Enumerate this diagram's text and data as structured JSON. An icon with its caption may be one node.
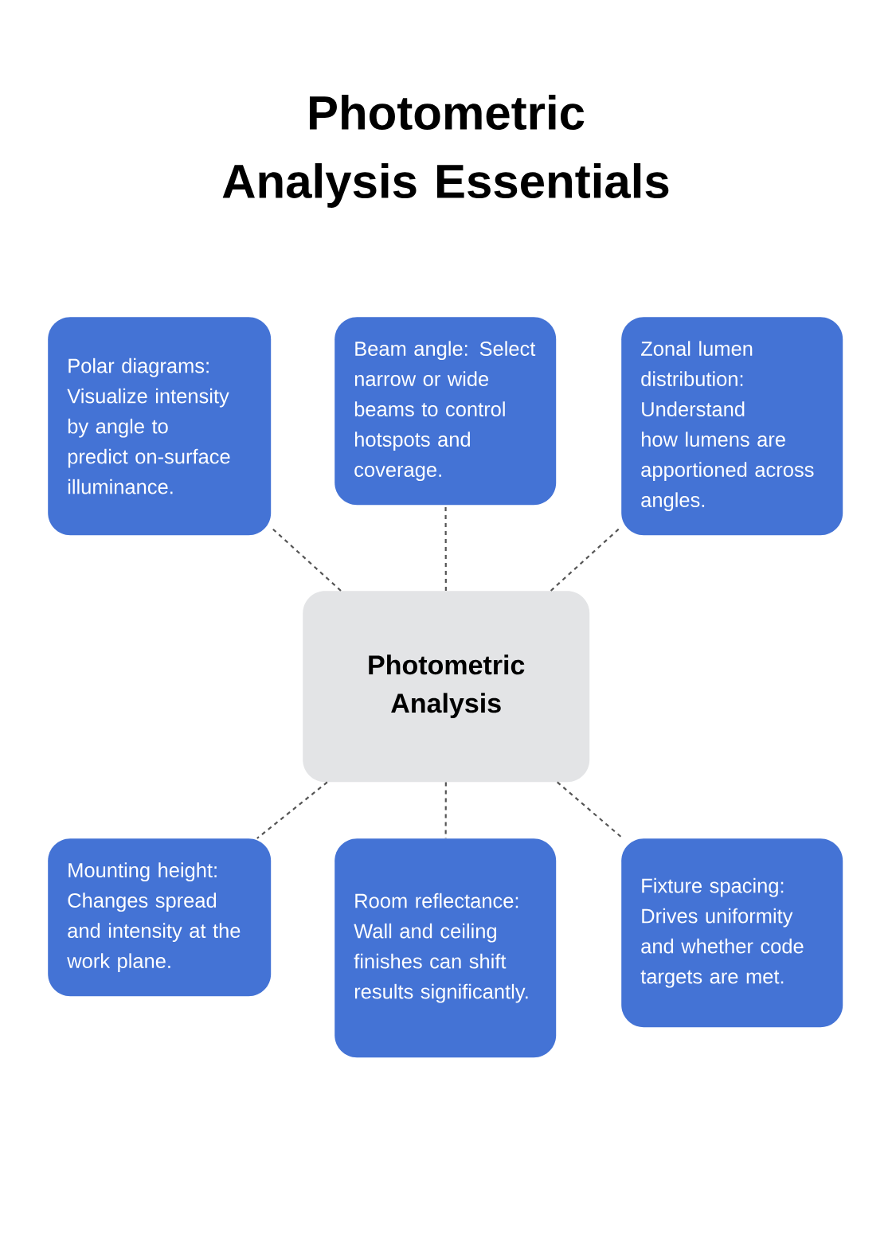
{
  "diagram": {
    "title": "Photometric Analysis Essentials",
    "nodes": [
      {
        "text": [
          "Polar diagrams: Visualize intensity by angle to predict on-surface illuminance."
        ]
      },
      {
        "text": [
          "Beam angle: Select narrow or wide beams to control hotspots and coverage."
        ]
      },
      {
        "text": [
          "Zonal lumen distribution: Understand how lumens are apportioned across angles."
        ]
      },
      {
        "text": [
          "Photometric Analysis"
        ]
      },
      {
        "text": [
          "Mounting height: Changes spread and intensity at the work plane."
        ]
      },
      {
        "text": [
          "Room reflectance: Wall and ceiling finishes can shift results significantly."
        ]
      },
      {
        "text": [
          "Fixture spacing: Drives uniformity and whether code targets are met."
        ]
      }
    ],
    "edges": [
      {
        "from": 3,
        "to": 0,
        "arrow": "none",
        "style": "dashed"
      },
      {
        "from": 3,
        "to": 1,
        "arrow": "none",
        "style": "dashed"
      },
      {
        "from": 3,
        "to": 2,
        "arrow": "none",
        "style": "dashed"
      },
      {
        "from": 3,
        "to": 4,
        "arrow": "none",
        "style": "dashed"
      },
      {
        "from": 3,
        "to": 5,
        "arrow": "none",
        "style": "dashed"
      },
      {
        "from": 3,
        "to": 6,
        "arrow": "none",
        "style": "dashed"
      }
    ]
  }
}
